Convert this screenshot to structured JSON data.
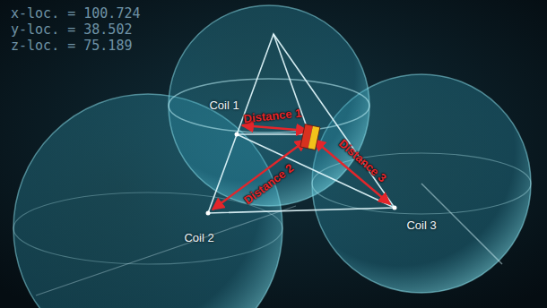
{
  "diagram": {
    "labels": [
      "x-loc. = 100.724",
      "y-loc. = 38.502",
      "z-loc. = 75.189",
      "Coil 1",
      "Coil 2",
      "Coil 3",
      "Distance 1",
      "Distance 2",
      "Distance 3"
    ]
  }
}
